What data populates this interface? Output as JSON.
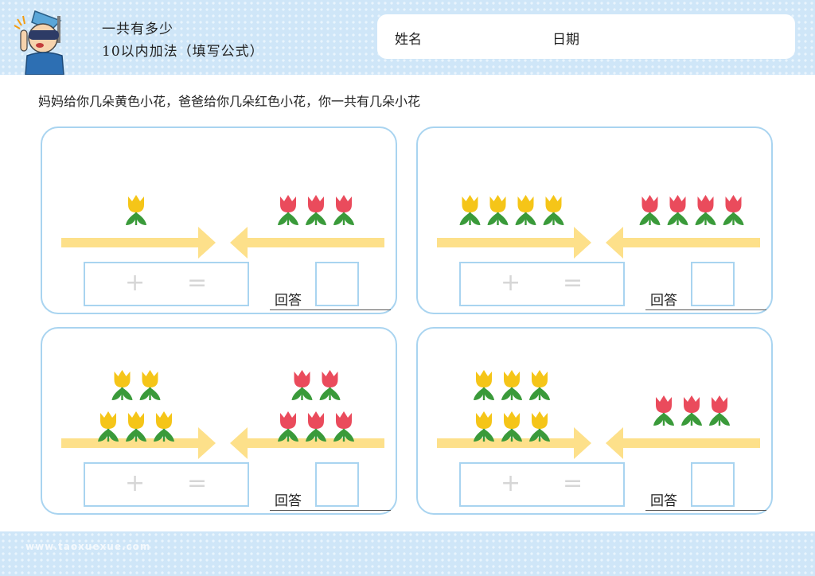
{
  "header": {
    "title_line1": "一共有多少",
    "title_line2": "10以内加法（填写公式）",
    "name_label": "姓名",
    "date_label": "日期"
  },
  "instruction": "妈妈给你几朵黄色小花，爸爸给你几朵红色小花，你一共有几朵小花",
  "colors": {
    "yellow_flower": "#f5c518",
    "red_flower": "#ea4b5c",
    "leaf": "#3a9a3a",
    "arrow": "#fde08a",
    "card_border": "#a9d4f0",
    "background_dots": "#cfe6f8"
  },
  "problems": [
    {
      "yellow": 1,
      "red": 3,
      "plus": "+",
      "equals": "=",
      "answer_label": "回答"
    },
    {
      "yellow": 4,
      "red": 4,
      "plus": "+",
      "equals": "=",
      "answer_label": "回答"
    },
    {
      "yellow": 5,
      "red": 5,
      "plus": "+",
      "equals": "=",
      "answer_label": "回答"
    },
    {
      "yellow": 6,
      "red": 3,
      "plus": "+",
      "equals": "=",
      "answer_label": "回答"
    }
  ],
  "footer": {
    "website": "www.taoxuexue.com"
  }
}
